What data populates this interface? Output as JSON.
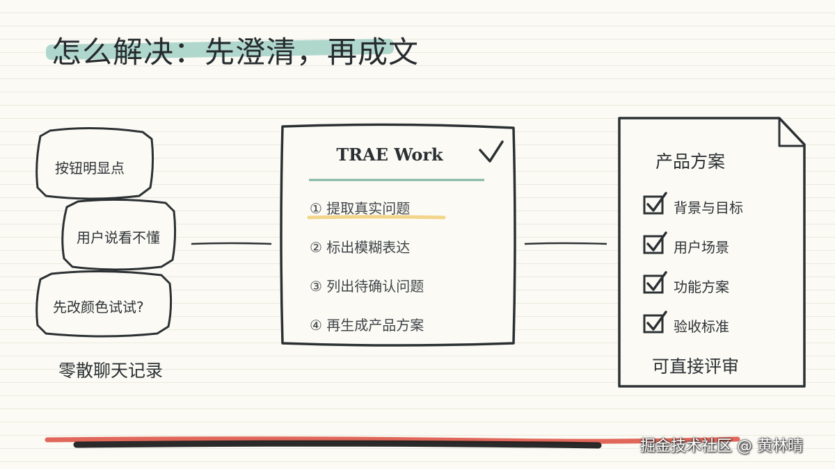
{
  "title": "怎么解决：先澄清，再成文",
  "chat": {
    "bubbles": [
      "按钮明显点",
      "用户说看不懂",
      "先改颜色试试?"
    ],
    "caption": "零散聊天记录"
  },
  "card": {
    "title": "TRAE Work",
    "steps": [
      "① 提取真实问题",
      "② 标出模糊表达",
      "③ 列出待确认问题",
      "④ 再生成产品方案"
    ]
  },
  "doc": {
    "title": "产品方案",
    "items": [
      "背景与目标",
      "用户场景",
      "功能方案",
      "验收标准"
    ],
    "footer": "可直接评审"
  },
  "watermark": "掘金技术社区 @ 黄林晴",
  "colors": {
    "title_highlight": "#a7d3c8",
    "card_rule": "#7fb5a5",
    "step_highlight": "#f2d58a",
    "bottom_stroke_red": "#e0675a",
    "bottom_stroke_black": "#1f1f1f",
    "ink": "#2b3033",
    "paper": "#fbfaf4"
  },
  "icons": [
    "checkmark-icon",
    "checkbox-checked-icon",
    "document-folded-corner-icon"
  ]
}
